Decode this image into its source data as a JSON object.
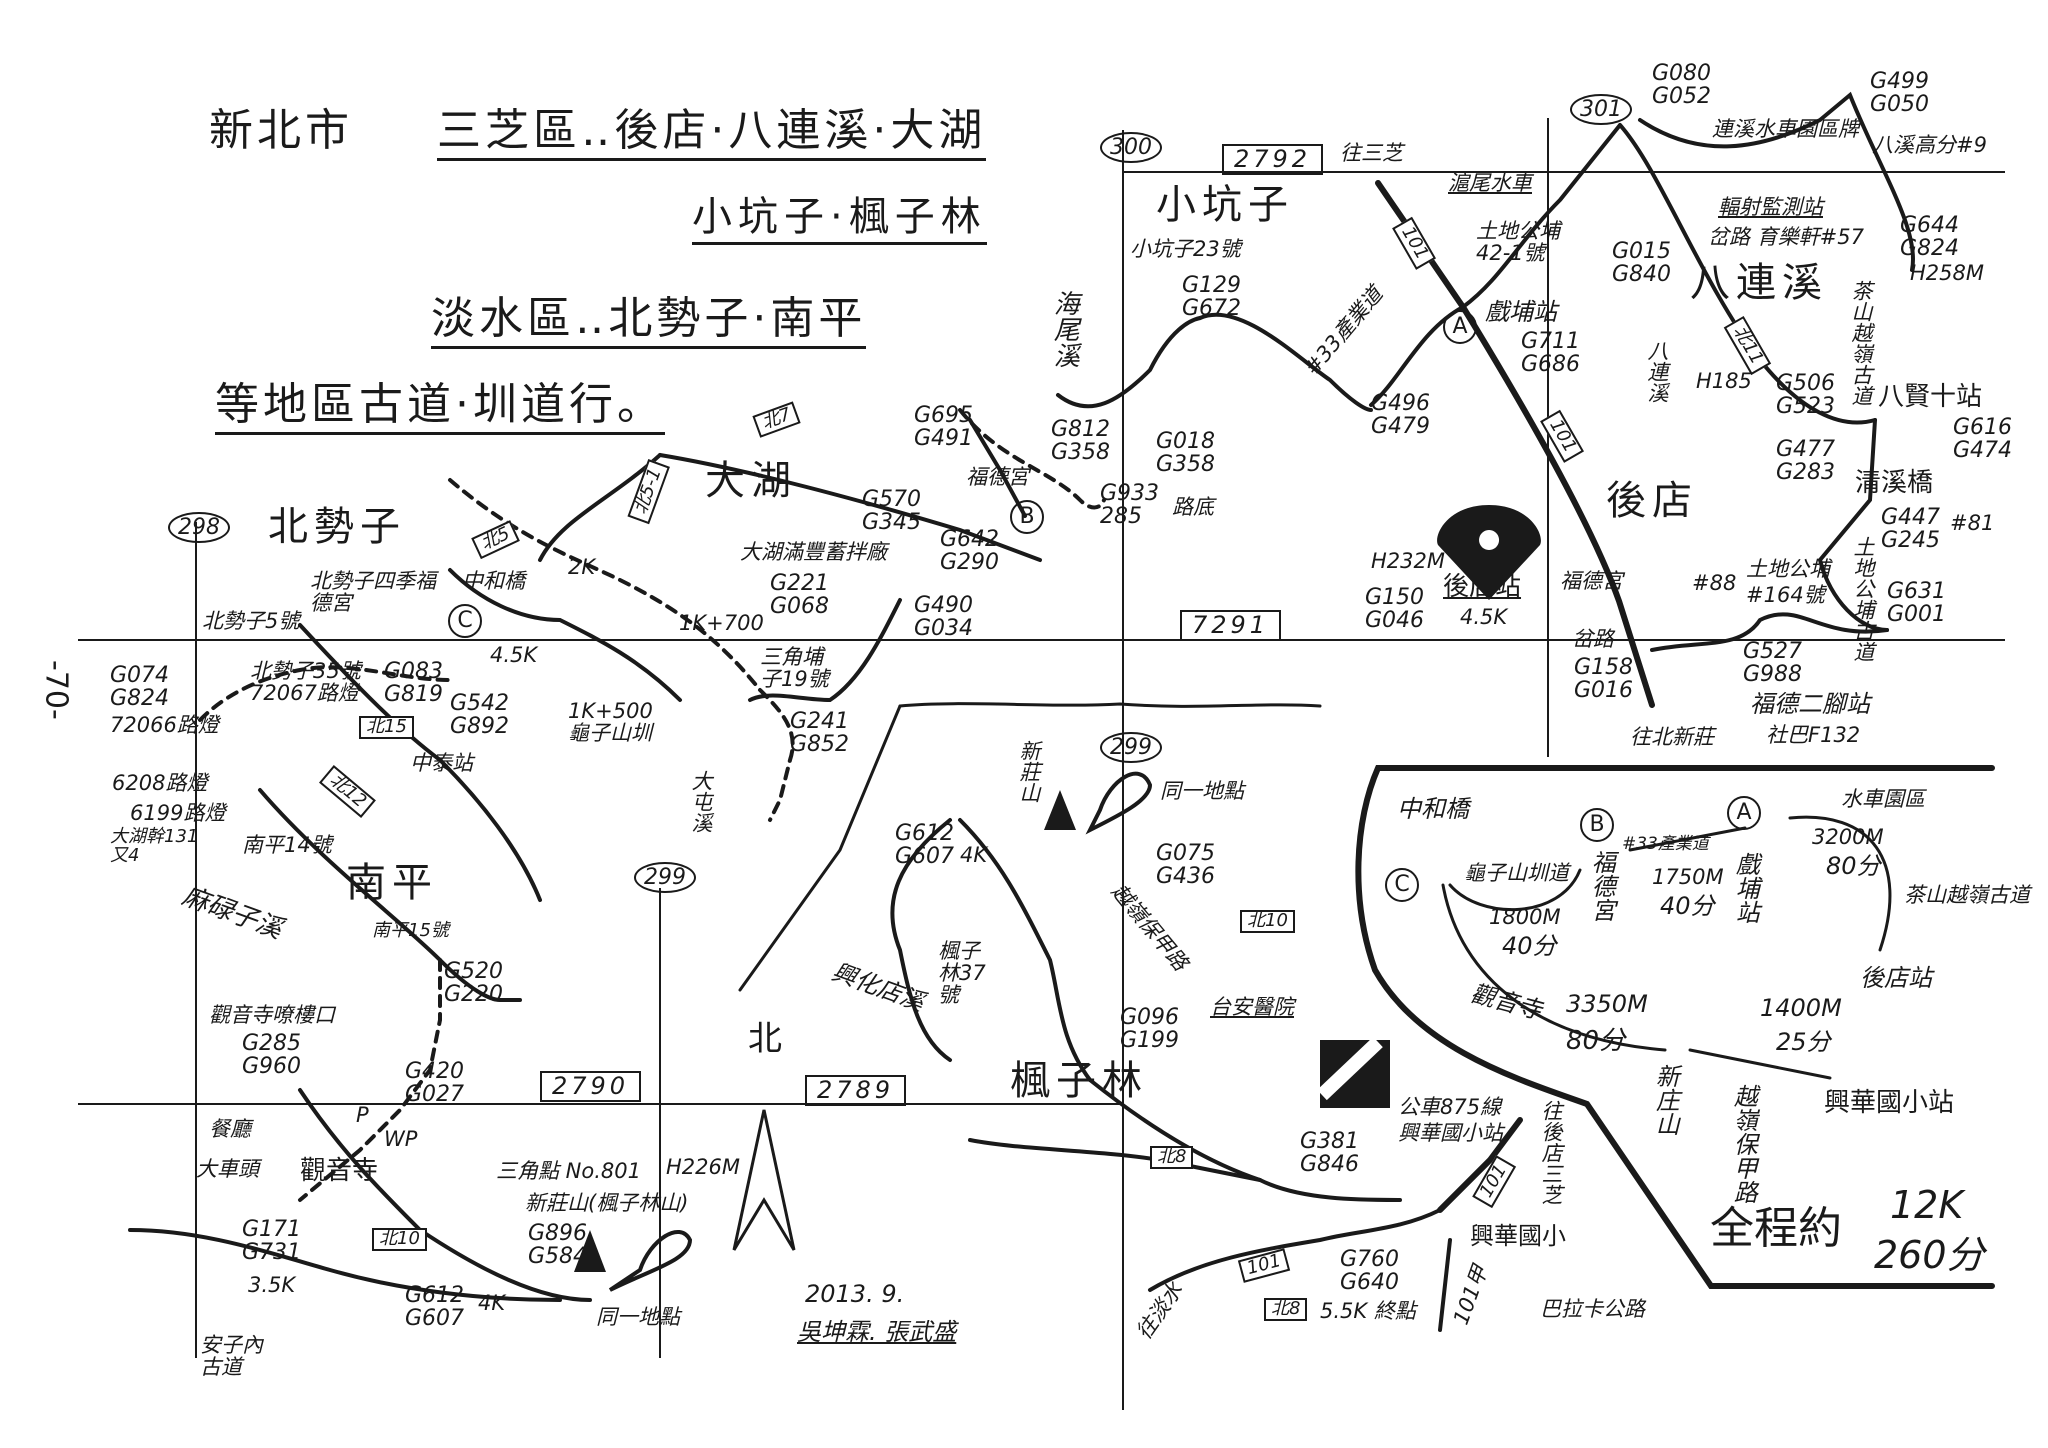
{
  "labels": [
    "新北市",
    "三芝區‥後店·八連溪·大湖",
    "小坑子·楓子林",
    "淡水區‥北勢子·南平",
    "等地區古道·圳道行。",
    "-70-",
    "300",
    "301",
    "298",
    "299",
    "299",
    "2792",
    "7291",
    "2790",
    "2789",
    "小坑子",
    "往三芝",
    "滬尾水車",
    "G080 G052",
    "連溪水車園區牌",
    "G499 G050",
    "八溪高分#9",
    "輻射監測站",
    "岔路 育樂軒#57",
    "G644 G824",
    "H258M",
    "土地公埔 42-1號",
    "小坑子23號",
    "G129 G672",
    "海尾溪",
    "#33產業道",
    "戲埔站",
    "G711 G686",
    "G015 G840",
    "八連溪",
    "北11",
    "茶山越嶺古道",
    "H185",
    "G506 G523",
    "八賢十站",
    "G616 G474",
    "G496 G479",
    "八連溪",
    "G812 G358",
    "G018 G358",
    "G933 285",
    "路底",
    "福德宮",
    "B",
    "G695 G491",
    "大湖",
    "北7",
    "G570 G345",
    "大湖滿豐蓄拌廠",
    "G642 G290",
    "後店",
    "清溪橋",
    "G477 G283",
    "G447 G245",
    "#81",
    "H232M",
    "G150 G046",
    "後店站",
    "4.5K",
    "福德宮",
    "岔路",
    "G158 G016",
    "#88",
    "土地公埔",
    "#164號",
    "土地公埔古道",
    "G631 G001",
    "G527 G988",
    "福德二腳站",
    "往北新莊",
    "社巴F132",
    "北勢子",
    "北勢子四季福德宮",
    "中和橋",
    "C",
    "4.5K",
    "2K",
    "北5",
    "北5-1",
    "1K+700",
    "G221 G068",
    "G490 G034",
    "三角埔子19號",
    "G241 G852",
    "1K+500 龜子山圳",
    "大屯溪",
    "北勢子5號",
    "北勢子35號 72067路燈",
    "G083 G819",
    "G542 G892",
    "北15",
    "中泰站",
    "G074 G824",
    "72066路燈",
    "6208路燈",
    "6199路燈",
    "大湖幹131 又4",
    "北12",
    "南平14號",
    "南平",
    "麻碌子溪",
    "南平15號",
    "G520 G220",
    "觀音寺嘹樓口",
    "G285 G960",
    "G420 G027",
    "WP",
    "P",
    "餐廳",
    "大車頭",
    "觀音寺",
    "G171 G731",
    "3.5K",
    "北10",
    "G612 G607",
    "4K",
    "安子內古道",
    "三角點 No.801",
    "H226M",
    "新莊山(楓子林山)",
    "G896 G584",
    "同一地點",
    "北",
    "2013. 9.",
    "吳坤霖. 張武盛",
    "新莊山",
    "同一地點",
    "G612 G607",
    "4K",
    "G075 G436",
    "越嶺保甲路",
    "北10",
    "楓子林37號",
    "興化店溪",
    "G096 G199",
    "台安醫院",
    "楓子林",
    "北8",
    "G381 G846",
    "公車875線",
    "興華國小站",
    "101",
    "往後店三芝",
    "G760 G640",
    "5.5K 終點",
    "北8",
    "101",
    "往淡水",
    "興華國小",
    "101甲",
    "巴拉卡公路",
    "A",
    "中和橋",
    "C",
    "龜子山圳道",
    "1800M",
    "40分",
    "B",
    "福德宮",
    "#33產業道",
    "1750M",
    "40分",
    "A",
    "戲埔站",
    "水車園區",
    "3200M",
    "80分",
    "茶山越嶺古道",
    "後店站",
    "觀音寺",
    "3350M",
    "80分",
    "新庄山",
    "1400M",
    "25分",
    "越嶺保甲路",
    "興華國小站",
    "全程約",
    "12K",
    "260分",
    "101",
    "101"
  ],
  "colors": {
    "ink": "#1a1a1a",
    "paper": "#ffffff"
  }
}
